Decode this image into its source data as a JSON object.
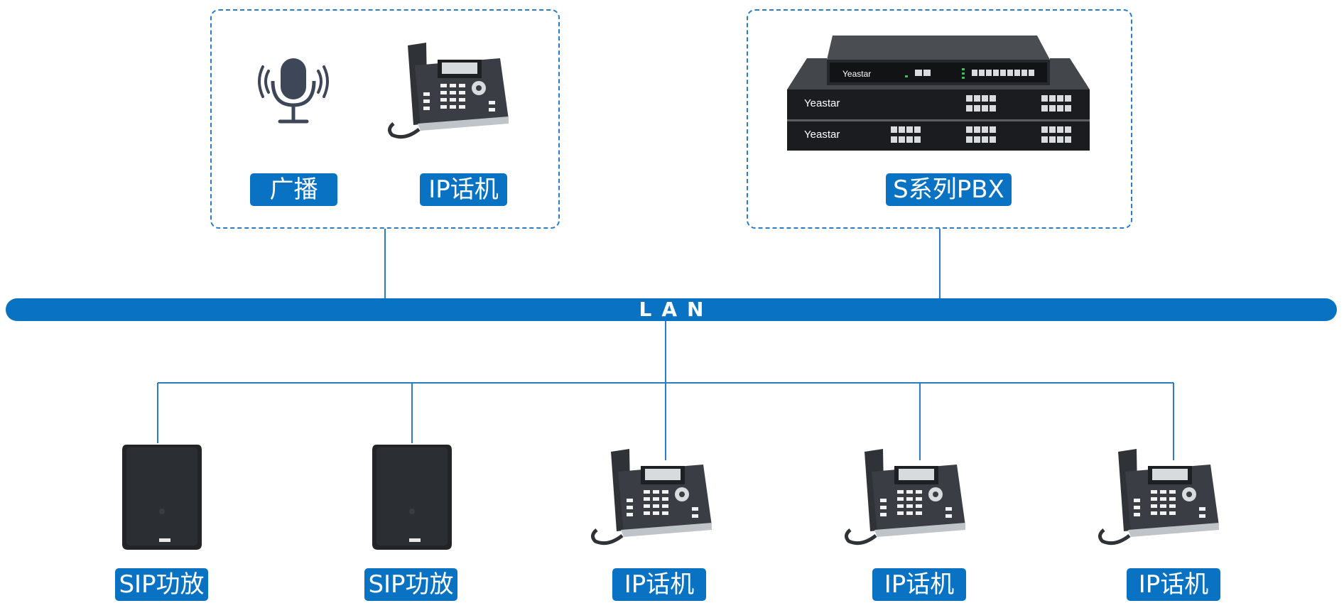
{
  "groups": {
    "top_left": {
      "items": [
        {
          "label": "广播",
          "icon": "microphone-icon"
        },
        {
          "label": "IP话机",
          "icon": "ip-phone-icon"
        }
      ]
    },
    "top_right": {
      "items": [
        {
          "label": "S系列PBX",
          "icon": "pbx-stack-icon",
          "brand_text": "Yeastar"
        }
      ]
    }
  },
  "lan": {
    "label": "LAN"
  },
  "bottom": {
    "items": [
      {
        "label": "SIP功放",
        "icon": "speaker-icon"
      },
      {
        "label": "SIP功放",
        "icon": "speaker-icon"
      },
      {
        "label": "IP话机",
        "icon": "ip-phone-icon"
      },
      {
        "label": "IP话机",
        "icon": "ip-phone-icon"
      },
      {
        "label": "IP话机",
        "icon": "ip-phone-icon"
      }
    ]
  },
  "colors": {
    "accent": "#0a72c3",
    "line": "#2a7cc7",
    "device_dark": "#2b2e33"
  }
}
